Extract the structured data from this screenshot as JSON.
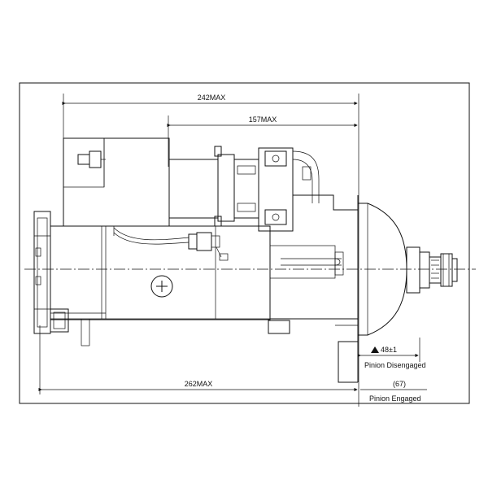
{
  "dimensions": {
    "overall_top": "242MAX",
    "solenoid_top": "157MAX",
    "overall_bottom": "262MAX",
    "pinion_travel": "48±1",
    "pinion_disengaged": "Pinion Disengaged",
    "engaged_value": "(67)",
    "pinion_engaged": "Pinion Engaged"
  },
  "colors": {
    "ink": "#111111",
    "background": "#ffffff"
  }
}
